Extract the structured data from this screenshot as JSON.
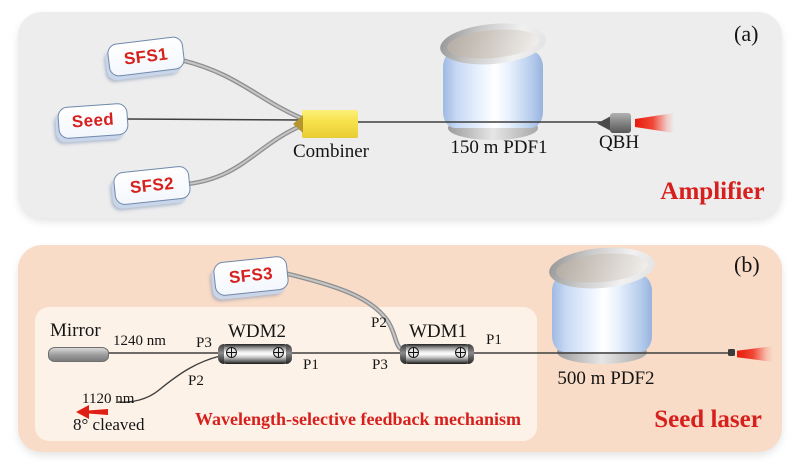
{
  "colors": {
    "accent_red": "#d7201d",
    "panel_a_bg": "#ededed",
    "panel_b_bg": "#f9dcc7",
    "inner_box_bg": "#fdf2e7",
    "combiner_yellow": "#f7e24d",
    "spool_body_blue": "#c7d9f4",
    "beam_red": "#e61a0b"
  },
  "panel_a": {
    "tag": "(a)",
    "title": "Amplifier",
    "sources": [
      {
        "label": "SFS1"
      },
      {
        "label": "Seed"
      },
      {
        "label": "SFS2"
      }
    ],
    "combiner_label": "Combiner",
    "spool_label": "150 m PDF1",
    "qbh_label": "QBH"
  },
  "panel_b": {
    "tag": "(b)",
    "title": "Seed laser",
    "sfs3_label": "SFS3",
    "mirror_label": "Mirror",
    "reflected_wavelength": "1240 nm",
    "output_wavelength": "1120 nm",
    "cleave_label": "8° cleaved",
    "wdm2": {
      "label": "WDM2",
      "port_p3": "P3",
      "port_p1": "P1",
      "port_p2": "P2"
    },
    "wdm1": {
      "label": "WDM1",
      "port_p2": "P2",
      "port_p3": "P3",
      "port_p1": "P1"
    },
    "inner_caption": "Wavelength-selective feedback mechanism",
    "spool_label": "500 m PDF2"
  }
}
